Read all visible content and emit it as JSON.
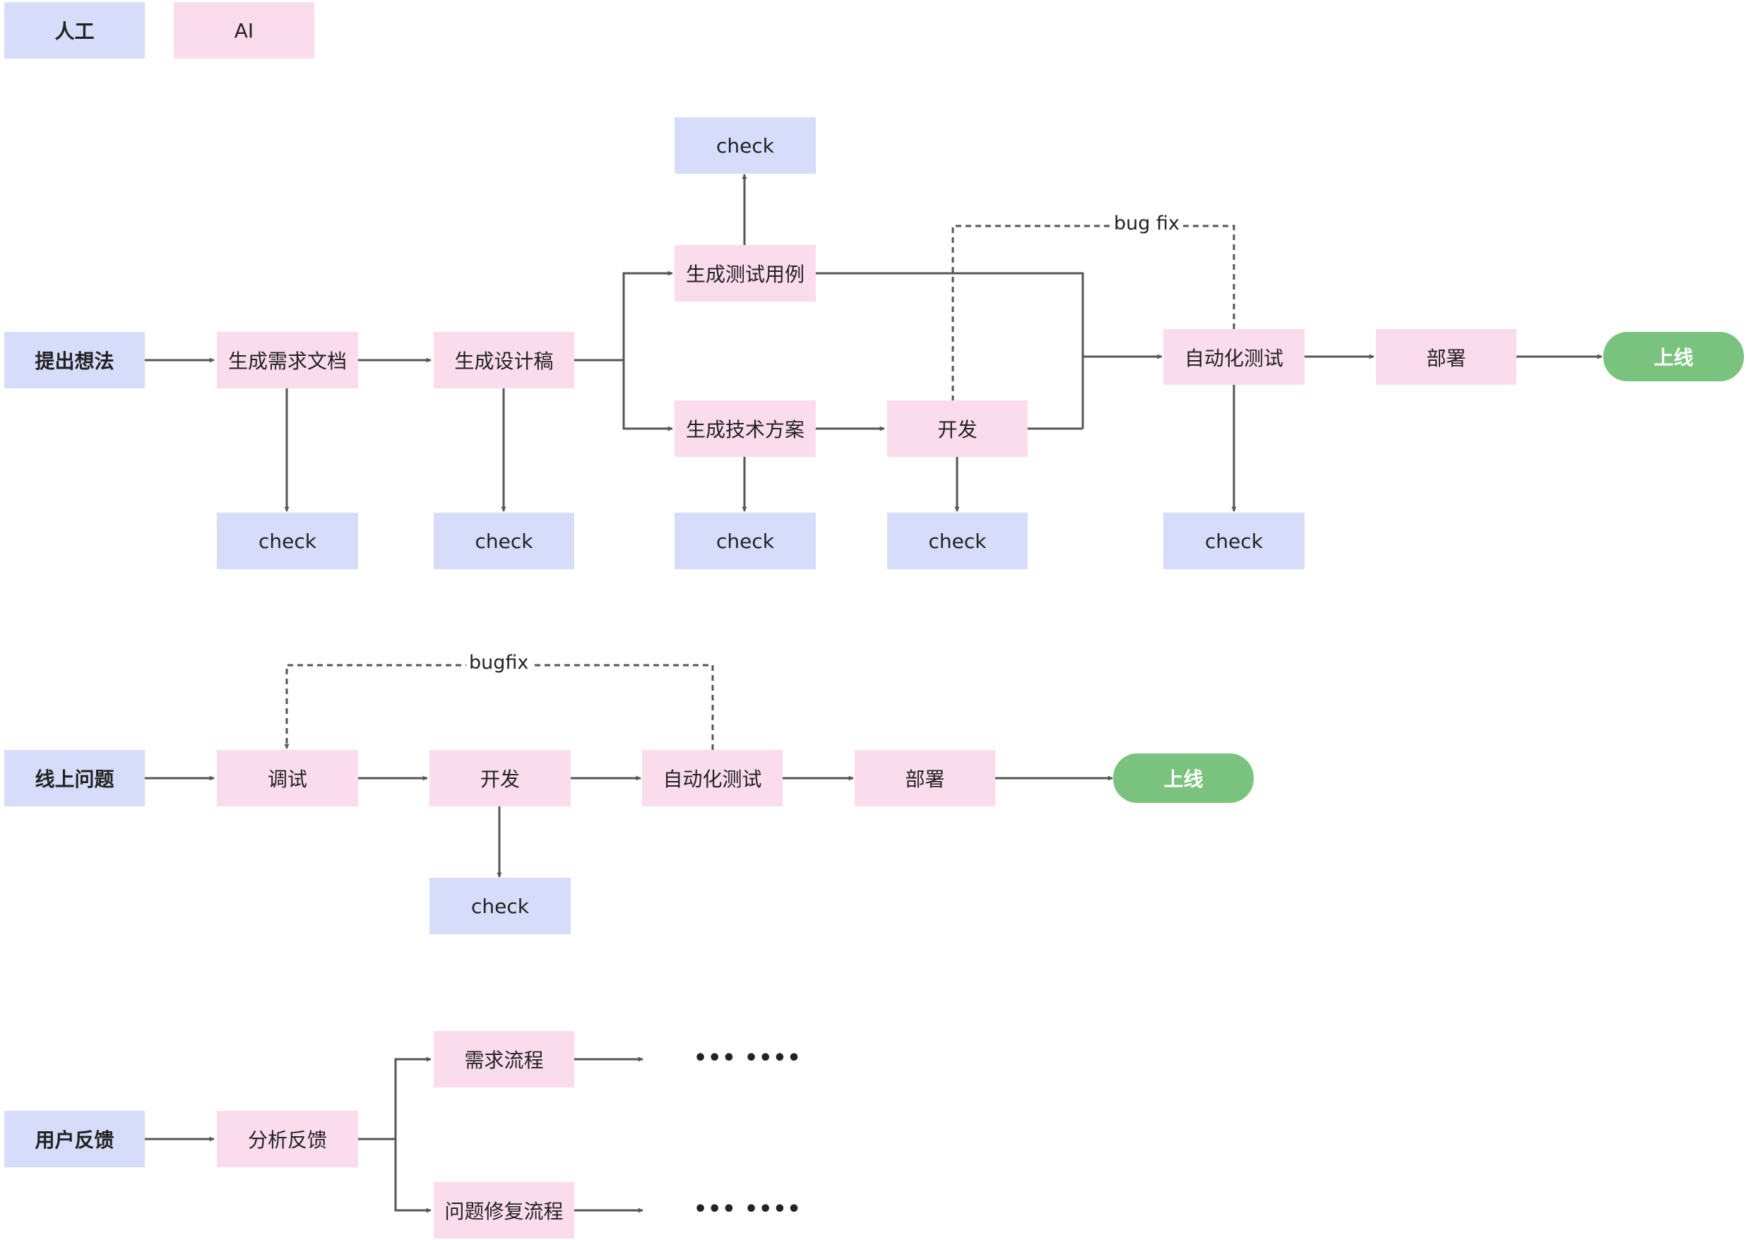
{
  "colors": {
    "human": "#d7dcfa",
    "ai": "#fadcec",
    "online": "#79c37f",
    "line": "#555555"
  },
  "legend": {
    "human": "人工",
    "ai": "AI"
  },
  "common": {
    "check": "check",
    "online": "上线",
    "ellipsis": "••• ••••"
  },
  "flow1": {
    "idea": "提出想法",
    "requirements_doc": "生成需求文档",
    "design_draft": "生成设计稿",
    "test_cases": "生成测试用例",
    "tech_plan": "生成技术方案",
    "develop": "开发",
    "auto_test": "自动化测试",
    "deploy": "部署",
    "bugfix_label": "bug fix"
  },
  "flow2": {
    "issue": "线上问题",
    "debug": "调试",
    "develop": "开发",
    "auto_test": "自动化测试",
    "deploy": "部署",
    "bugfix_label": "bugfix"
  },
  "flow3": {
    "feedback": "用户反馈",
    "analyze": "分析反馈",
    "requirement_flow": "需求流程",
    "fix_flow": "问题修复流程"
  }
}
